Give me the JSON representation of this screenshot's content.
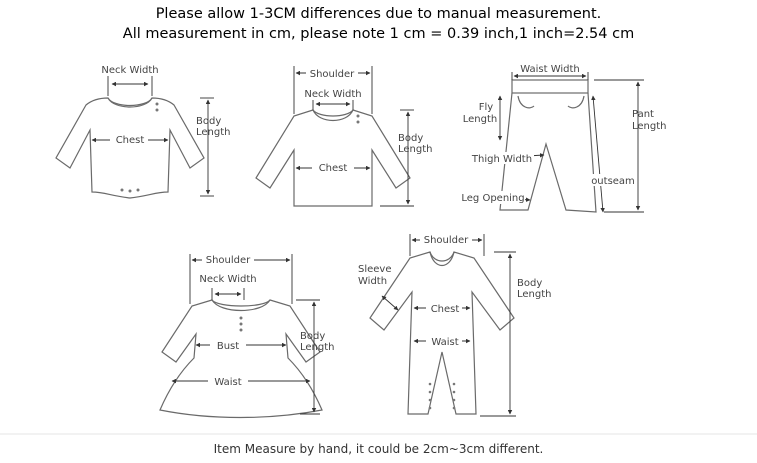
{
  "header": {
    "line1": "Please allow 1-3CM differences due to manual measurement.",
    "line2": "All measurement in cm, please note 1 cm = 0.39 inch,1 inch=2.54 cm"
  },
  "footer": {
    "text": "Item Measure by hand, it could be 2cm~3cm different."
  },
  "bodysuit": {
    "neck": "Neck Width",
    "chest": "Chest",
    "body1": "Body",
    "body2": "Length"
  },
  "tshirt": {
    "shoulder": "Shoulder",
    "neck": "Neck Width",
    "chest": "Chest",
    "body1": "Body",
    "body2": "Length"
  },
  "pants": {
    "waist": "Waist Width",
    "fly1": "Fly",
    "fly2": "Length",
    "pant1": "Pant",
    "pant2": "Length",
    "thigh": "Thigh Width",
    "outseam": "outseam",
    "leg": "Leg Opening"
  },
  "dress": {
    "shoulder": "Shoulder",
    "neck": "Neck Width",
    "bust": "Bust",
    "waist": "Waist",
    "body1": "Body",
    "body2": "Length"
  },
  "romper": {
    "shoulder": "Shoulder",
    "sleeve1": "Sleeve",
    "sleeve2": "Width",
    "chest": "Chest",
    "waist": "Waist",
    "body1": "Body",
    "body2": "Length"
  }
}
